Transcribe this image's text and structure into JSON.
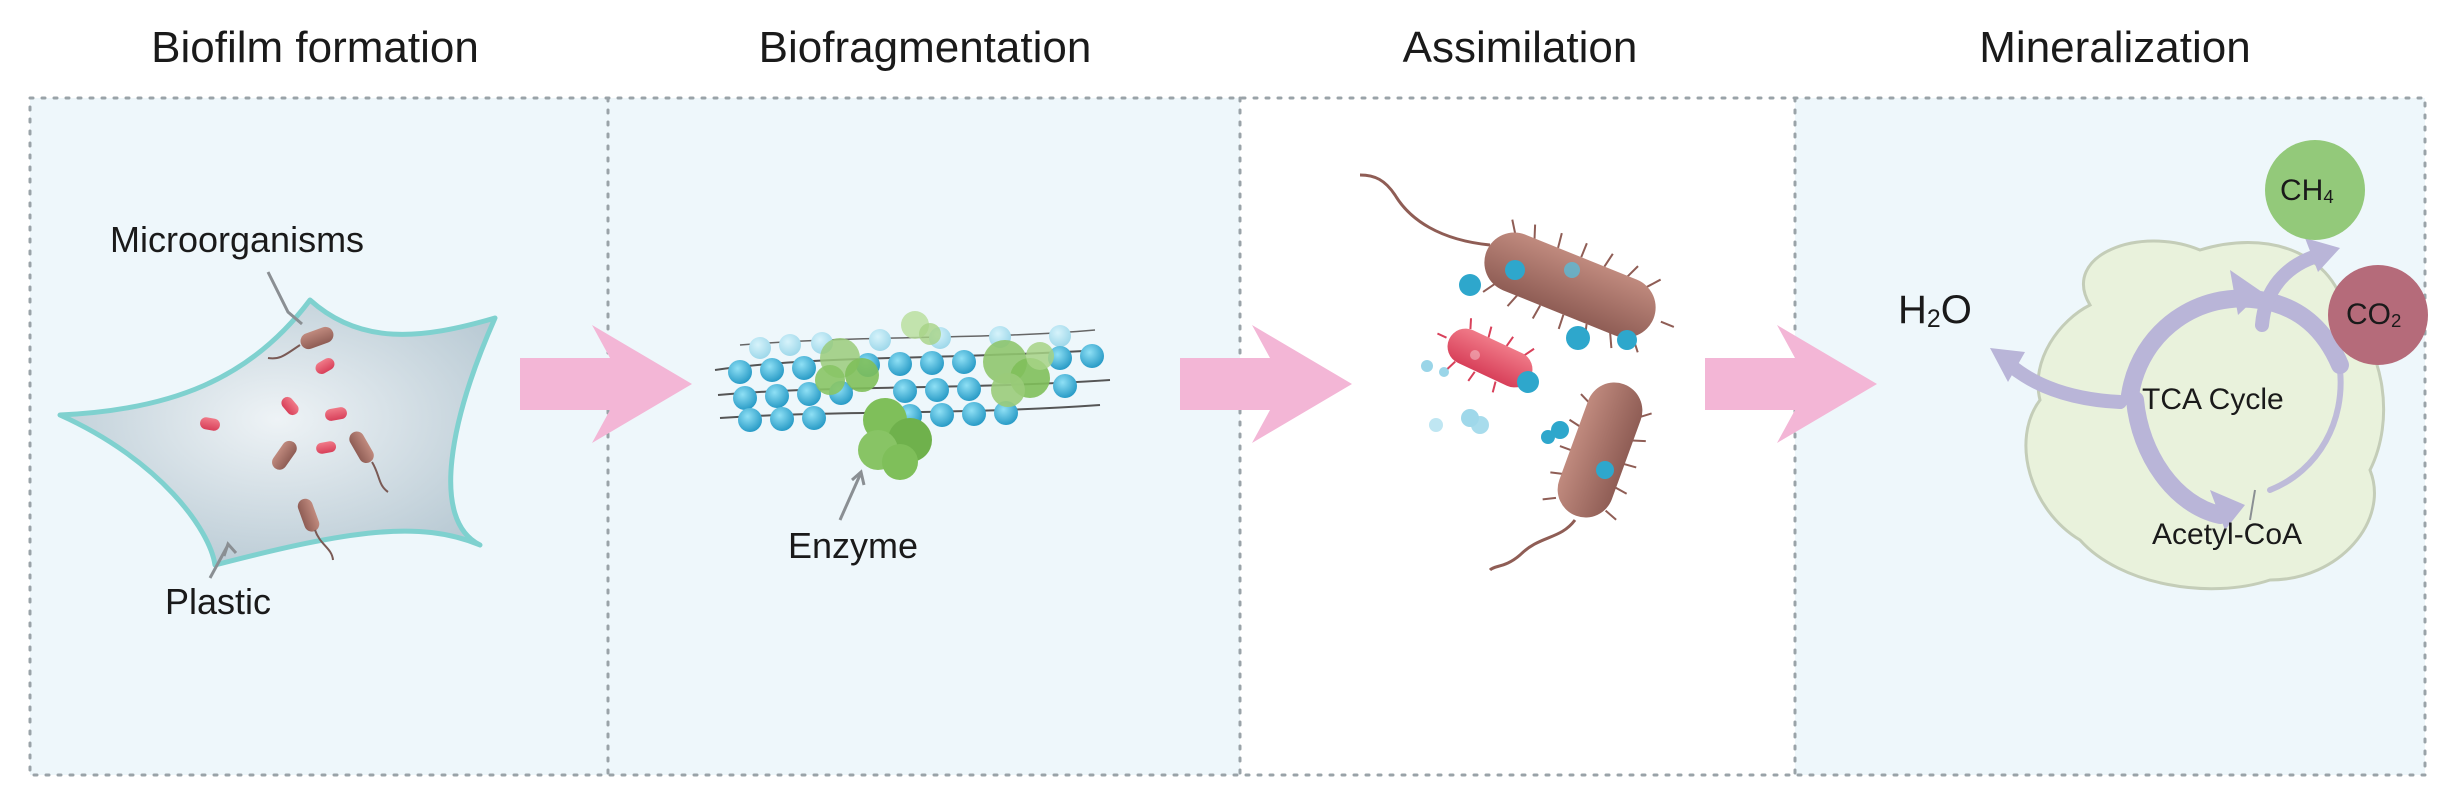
{
  "stages": [
    {
      "title": "Biofilm formation"
    },
    {
      "title": "Biofragmentation"
    },
    {
      "title": "Assimilation"
    },
    {
      "title": "Mineralization"
    }
  ],
  "labels": {
    "microorganisms": "Microorganisms",
    "plastic": "Plastic",
    "enzyme": "Enzyme",
    "tca_cycle": "TCA Cycle",
    "acetyl_coa": "Acetyl-CoA"
  },
  "chemicals": {
    "water": {
      "main": "H",
      "sub": "2",
      "tail": "O"
    },
    "methane": {
      "main": "CH",
      "sub": "4"
    },
    "carbon_dioxide": {
      "main": "CO",
      "sub": "2"
    }
  },
  "colors": {
    "panel_bg": "#eef7fb",
    "panel_border": "#9aa3a8",
    "arrow_pink": "#f3b6d6",
    "plastic_fill": "#cfdde6",
    "plastic_edge": "#7fd1cf",
    "bacteria_brown": "#a8756b",
    "bacteria_red": "#e8546b",
    "particle_blue": "#2ea7cc",
    "enzyme_green": "#7fbf5a",
    "cell_fill": "#e9f2dc",
    "tca_arrow": "#b9b5d8",
    "methane_circle": "#93c97a",
    "co2_circle": "#b56b7a"
  },
  "icons": [
    "process-arrow-icon",
    "bacterium-icon",
    "enzyme-icon",
    "plastic-sheet-icon",
    "cell-icon",
    "cycle-arrow-icon"
  ]
}
